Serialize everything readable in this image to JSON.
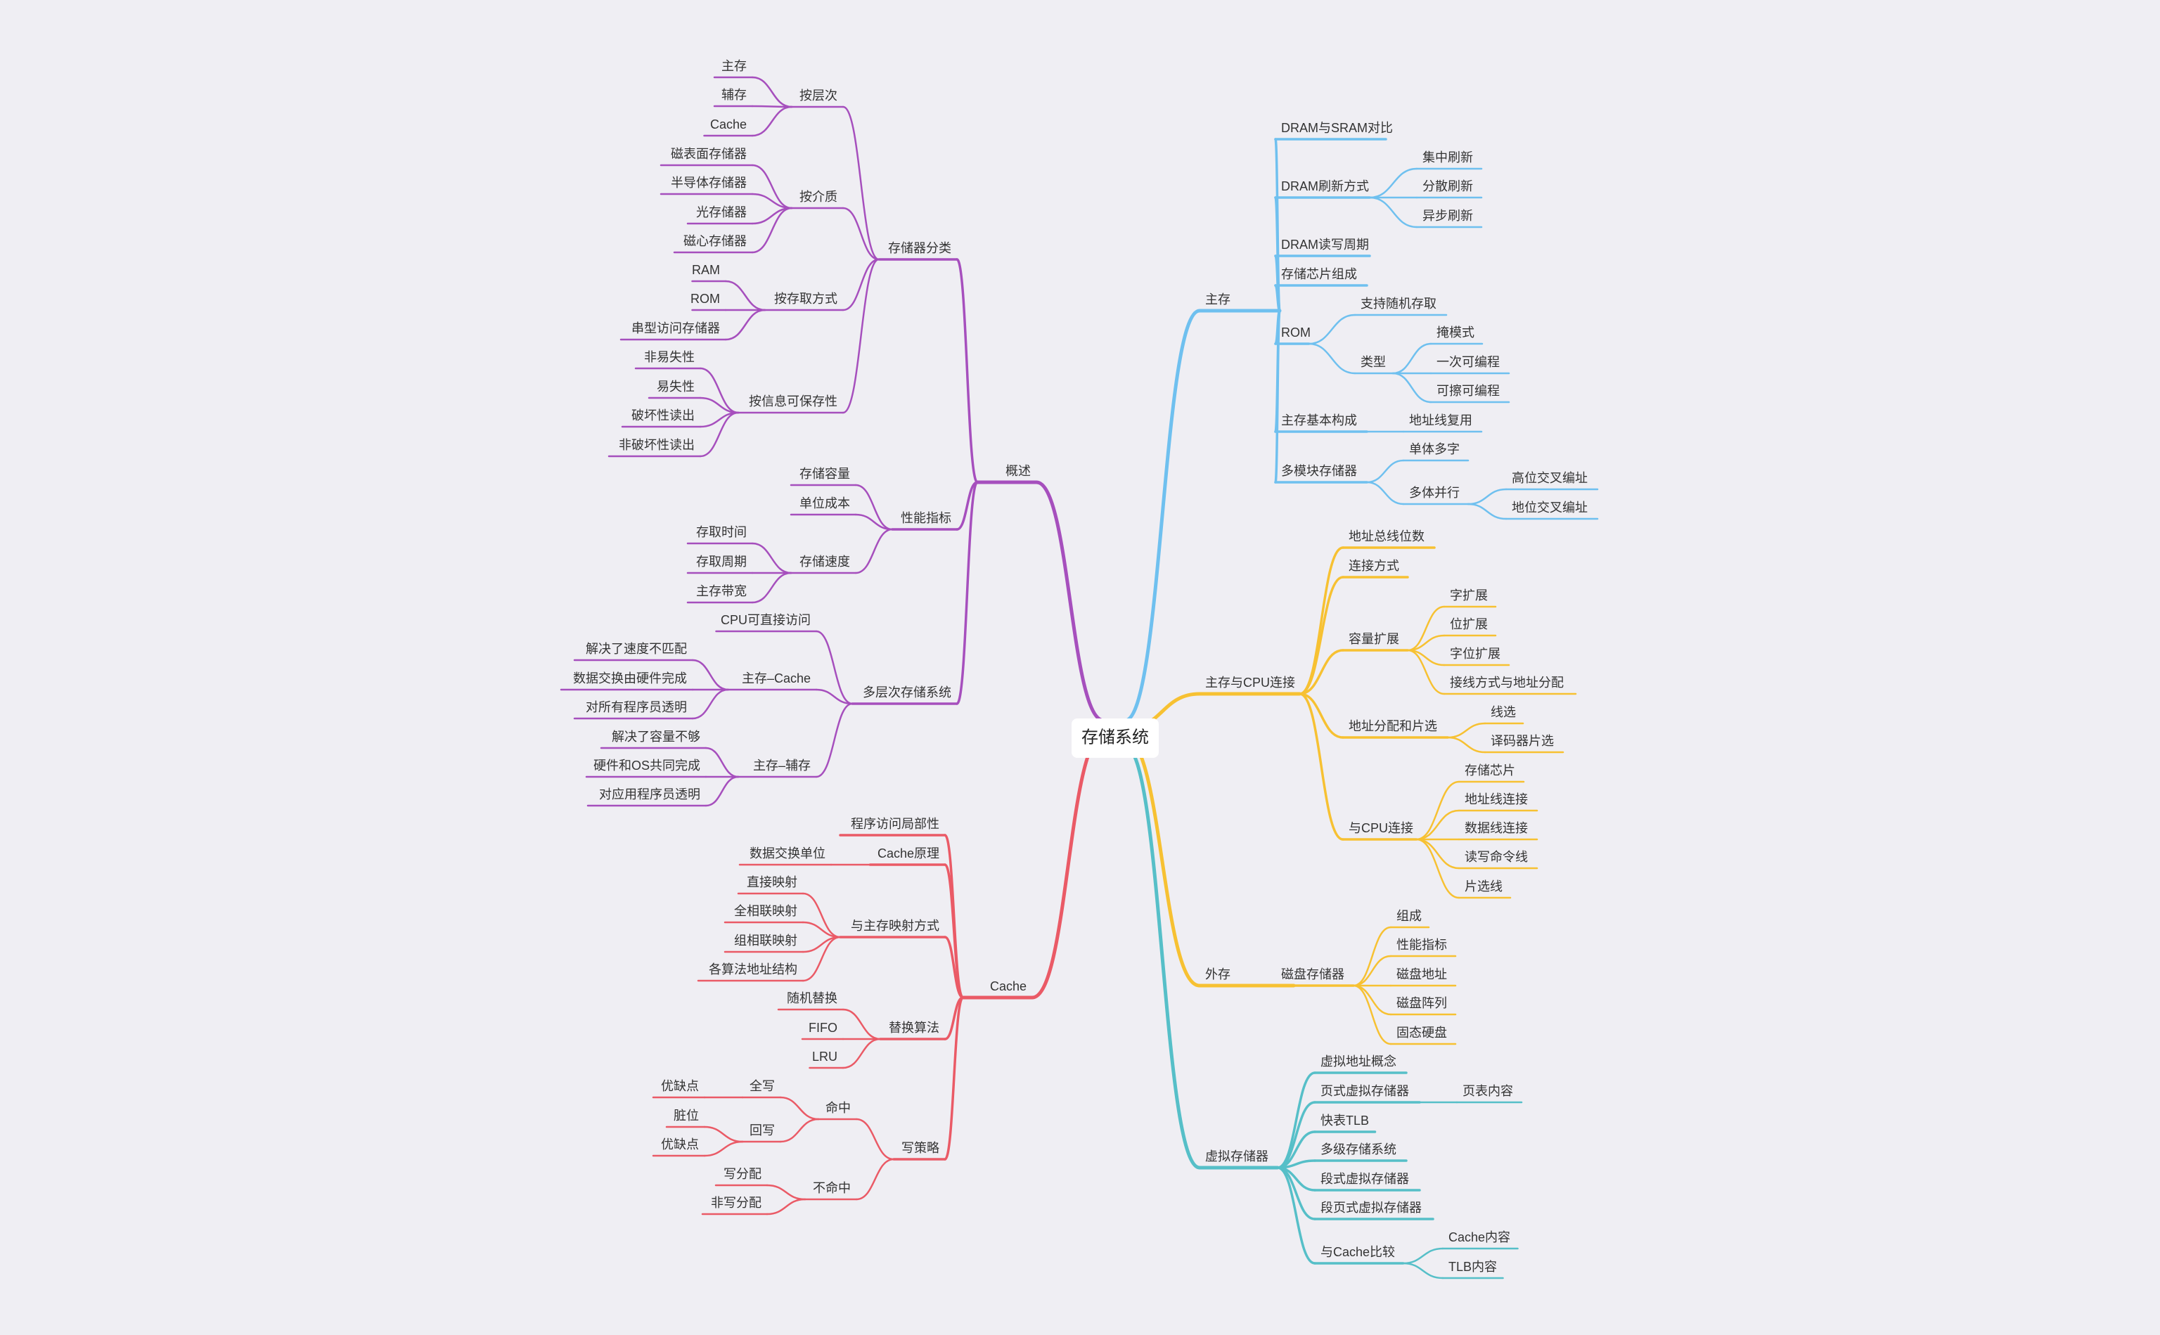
{
  "root": {
    "label": "存储系统"
  },
  "colors": {
    "gaishu": "#a64fbd",
    "cache": "#ea5a66",
    "zhucun": "#6fc0ef",
    "cpu": "#f7c132",
    "waicun": "#f7c132",
    "xuni": "#56bfc8"
  },
  "branches": [
    {
      "key": "gaishu",
      "label": "概述",
      "children": [
        {
          "label": "存储器分类",
          "children": [
            {
              "label": "按层次",
              "children": [
                {
                  "label": "主存"
                },
                {
                  "label": "辅存"
                },
                {
                  "label": "Cache"
                }
              ]
            },
            {
              "label": "按介质",
              "children": [
                {
                  "label": "磁表面存储器"
                },
                {
                  "label": "半导体存储器"
                },
                {
                  "label": "光存储器"
                },
                {
                  "label": "磁心存储器"
                }
              ]
            },
            {
              "label": "按存取方式",
              "children": [
                {
                  "label": "RAM"
                },
                {
                  "label": "ROM"
                },
                {
                  "label": "串型访问存储器"
                }
              ]
            },
            {
              "label": "按信息可保存性",
              "children": [
                {
                  "label": "非易失性"
                },
                {
                  "label": "易失性"
                },
                {
                  "label": "破坏性读出"
                },
                {
                  "label": "非破坏性读出"
                }
              ]
            }
          ]
        },
        {
          "label": "性能指标",
          "children": [
            {
              "label": "存储容量"
            },
            {
              "label": "单位成本"
            },
            {
              "label": "存储速度",
              "children": [
                {
                  "label": "存取时间"
                },
                {
                  "label": "存取周期"
                },
                {
                  "label": "主存带宽"
                }
              ]
            }
          ]
        },
        {
          "label": "多层次存储系统",
          "children": [
            {
              "label": "CPU可直接访问"
            },
            {
              "label": "主存–Cache",
              "children": [
                {
                  "label": "解决了速度不匹配"
                },
                {
                  "label": "数据交换由硬件完成"
                },
                {
                  "label": "对所有程序员透明"
                }
              ]
            },
            {
              "label": "主存–辅存",
              "children": [
                {
                  "label": "解决了容量不够"
                },
                {
                  "label": "硬件和OS共同完成"
                },
                {
                  "label": "对应用程序员透明"
                }
              ]
            }
          ]
        }
      ]
    },
    {
      "key": "cache",
      "label": "Cache",
      "children": [
        {
          "label": "程序访问局部性"
        },
        {
          "label": "Cache原理",
          "children": [
            {
              "label": "数据交换单位"
            }
          ]
        },
        {
          "label": "与主存映射方式",
          "children": [
            {
              "label": "直接映射"
            },
            {
              "label": "全相联映射"
            },
            {
              "label": "组相联映射"
            },
            {
              "label": "各算法地址结构"
            }
          ]
        },
        {
          "label": "替换算法",
          "children": [
            {
              "label": "随机替换"
            },
            {
              "label": "FIFO"
            },
            {
              "label": "LRU"
            }
          ]
        },
        {
          "label": "写策略",
          "children": [
            {
              "label": "命中",
              "children": [
                {
                  "label": "全写",
                  "children": [
                    {
                      "label": "优缺点"
                    }
                  ]
                },
                {
                  "label": "回写",
                  "children": [
                    {
                      "label": "脏位"
                    },
                    {
                      "label": "优缺点"
                    }
                  ]
                }
              ]
            },
            {
              "label": "不命中",
              "children": [
                {
                  "label": "写分配"
                },
                {
                  "label": "非写分配"
                }
              ]
            }
          ]
        }
      ]
    },
    {
      "key": "zhucun",
      "label": "主存",
      "children": [
        {
          "label": "DRAM与SRAM对比"
        },
        {
          "label": "DRAM刷新方式",
          "children": [
            {
              "label": "集中刷新"
            },
            {
              "label": "分散刷新"
            },
            {
              "label": "异步刷新"
            }
          ]
        },
        {
          "label": "DRAM读写周期"
        },
        {
          "label": "存储芯片组成"
        },
        {
          "label": "ROM",
          "children": [
            {
              "label": "支持随机存取"
            },
            {
              "label": "类型",
              "children": [
                {
                  "label": "掩模式"
                },
                {
                  "label": "一次可编程"
                },
                {
                  "label": "可擦可编程"
                }
              ]
            }
          ]
        },
        {
          "label": "主存基本构成",
          "children": [
            {
              "label": "地址线复用"
            }
          ]
        },
        {
          "label": "多模块存储器",
          "children": [
            {
              "label": "单体多字"
            },
            {
              "label": "多体并行",
              "children": [
                {
                  "label": "高位交叉编址"
                },
                {
                  "label": "地位交叉编址"
                }
              ]
            }
          ]
        }
      ]
    },
    {
      "key": "cpu",
      "label": "主存与CPU连接",
      "children": [
        {
          "label": "地址总线位数"
        },
        {
          "label": "连接方式"
        },
        {
          "label": "容量扩展",
          "children": [
            {
              "label": "字扩展"
            },
            {
              "label": "位扩展"
            },
            {
              "label": "字位扩展"
            },
            {
              "label": "接线方式与地址分配"
            }
          ]
        },
        {
          "label": "地址分配和片选",
          "children": [
            {
              "label": "线选"
            },
            {
              "label": "译码器片选"
            }
          ]
        },
        {
          "label": "与CPU连接",
          "children": [
            {
              "label": "存储芯片"
            },
            {
              "label": "地址线连接"
            },
            {
              "label": "数据线连接"
            },
            {
              "label": "读写命令线"
            },
            {
              "label": "片选线"
            }
          ]
        }
      ]
    },
    {
      "key": "waicun",
      "label": "外存",
      "children": [
        {
          "label": "磁盘存储器",
          "children": [
            {
              "label": "组成"
            },
            {
              "label": "性能指标"
            },
            {
              "label": "磁盘地址"
            },
            {
              "label": "磁盘阵列"
            },
            {
              "label": "固态硬盘"
            }
          ]
        }
      ]
    },
    {
      "key": "xuni",
      "label": "虚拟存储器",
      "children": [
        {
          "label": "虚拟地址概念"
        },
        {
          "label": "页式虚拟存储器",
          "children": [
            {
              "label": "页表内容"
            }
          ]
        },
        {
          "label": "快表TLB"
        },
        {
          "label": "多级存储系统"
        },
        {
          "label": "段式虚拟存储器"
        },
        {
          "label": "段页式虚拟存储器"
        },
        {
          "label": "与Cache比较",
          "children": [
            {
              "label": "Cache内容"
            },
            {
              "label": "TLB内容"
            }
          ]
        }
      ]
    }
  ]
}
